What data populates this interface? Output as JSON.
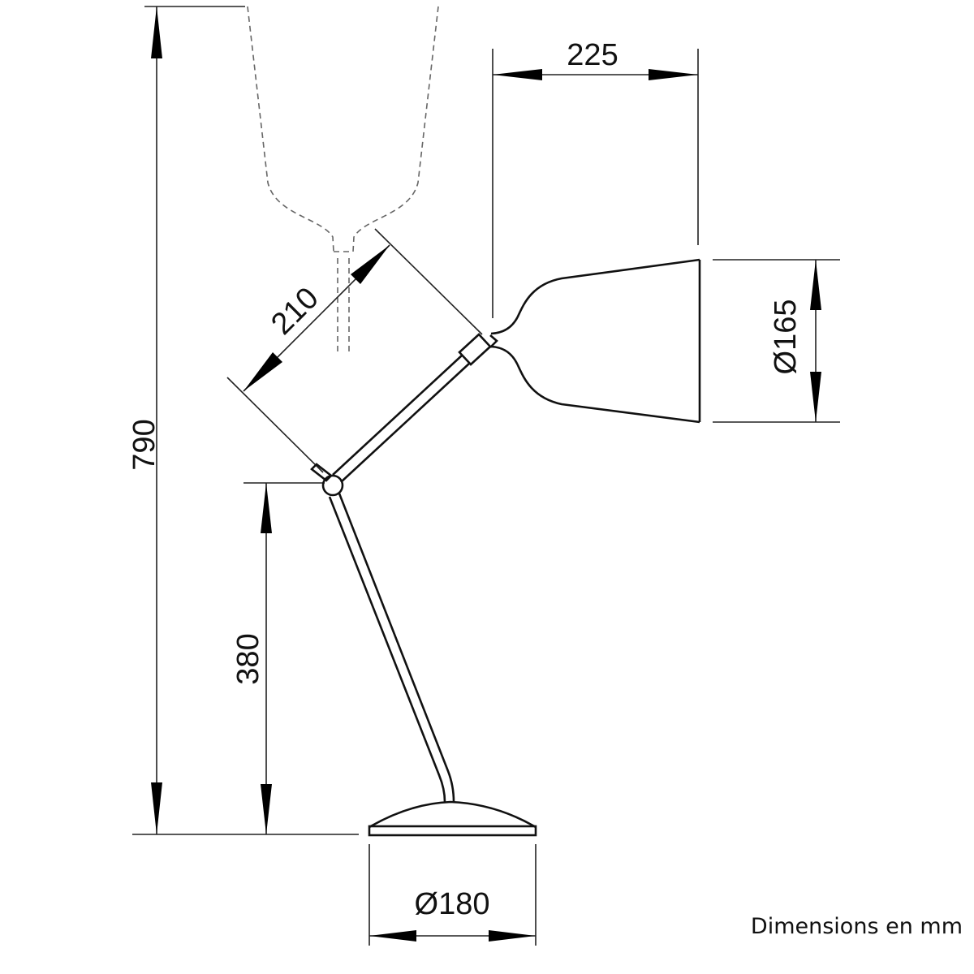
{
  "title": "Table lamp dimension drawing",
  "dimensions": {
    "total_height": "790",
    "base_to_joint_height": "380",
    "arm_length": "210",
    "shade_reach": "225",
    "shade_diameter": "Ø165",
    "base_diameter": "Ø180"
  },
  "units_note": "Dimensions en mm",
  "colors": {
    "line": "#111111",
    "dashed": "#666666",
    "background": "#ffffff"
  }
}
